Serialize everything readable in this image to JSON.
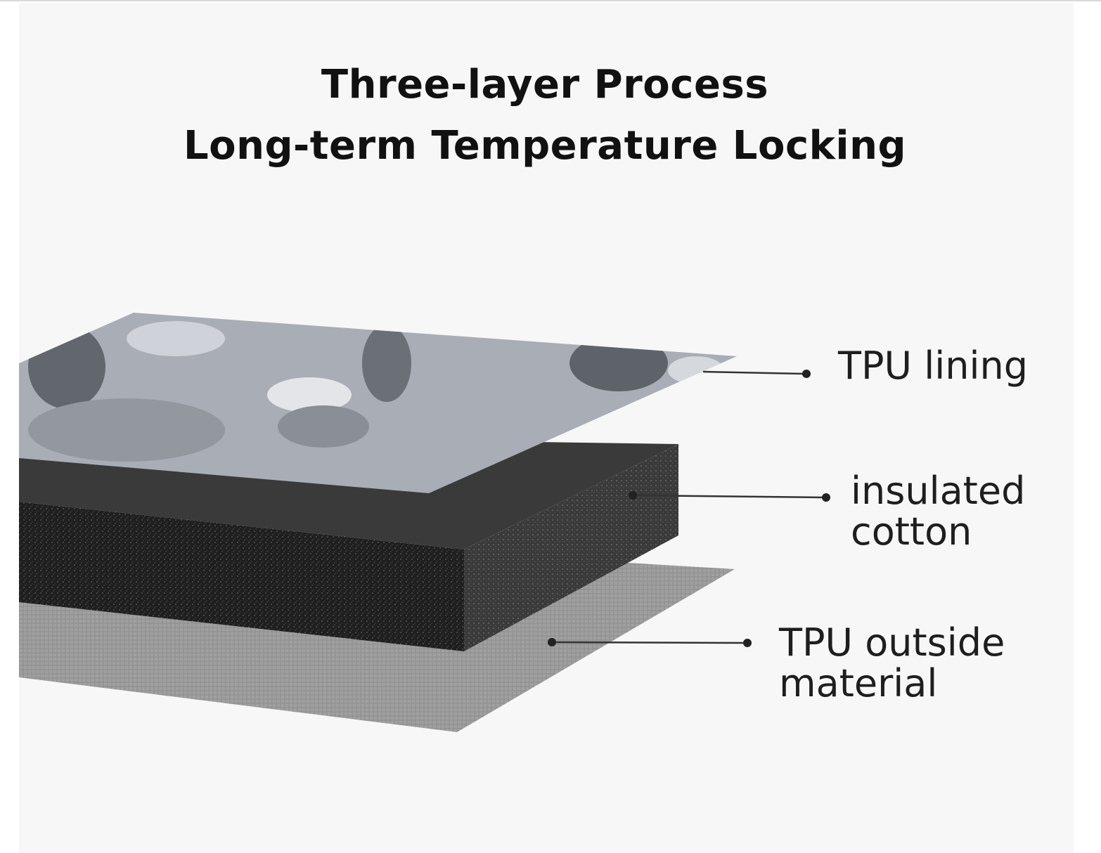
{
  "title": {
    "line1": "Three-layer Process",
    "line2": "Long-term Temperature Locking"
  },
  "layers": [
    {
      "id": "tpu-lining",
      "lines": [
        "TPU lining"
      ]
    },
    {
      "id": "insulated-cotton",
      "lines": [
        "insulated",
        "cotton"
      ]
    },
    {
      "id": "tpu-outside",
      "lines": [
        "TPU outside",
        "material"
      ]
    }
  ],
  "colors": {
    "background": "#f7f7f8",
    "foam": "#2b2b2b",
    "lining": "#a4a8b0",
    "outside": "#9b9b9b"
  }
}
